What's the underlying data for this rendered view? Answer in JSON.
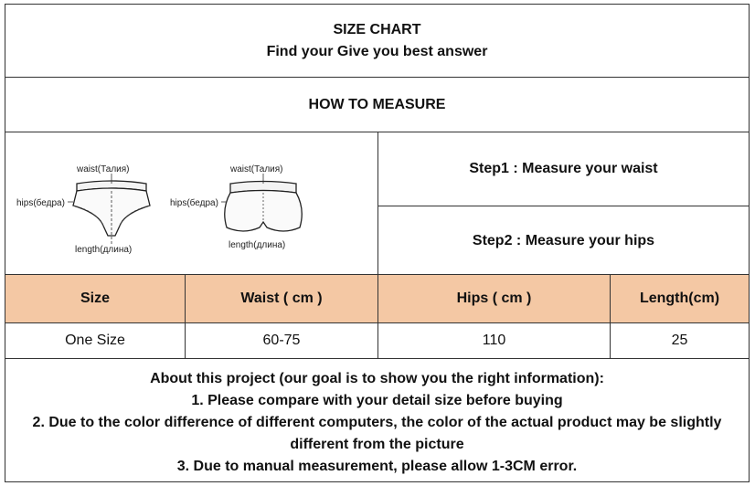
{
  "header": {
    "title": "SIZE CHART",
    "subtitle": "Find your Give you best answer"
  },
  "how_to_measure": "HOW TO MEASURE",
  "diagram": {
    "labels_1": {
      "waist": "waist(Талия)",
      "hips": "hips(бедра)",
      "length": "length(длина)"
    },
    "labels_2": {
      "waist": "waist(Талия)",
      "hips": "hips(бедра)",
      "length": "length(длина)"
    }
  },
  "steps": {
    "step1": "Step1 : Measure your waist",
    "step2": "Step2 : Measure your hips"
  },
  "table": {
    "columns": [
      "Size",
      "Waist ( cm )",
      "Hips ( cm )",
      "Length(cm)"
    ],
    "rows": [
      [
        "One Size",
        "60-75",
        "110",
        "25"
      ]
    ]
  },
  "notes": {
    "intro": "About this project (our goal is to show you the right information):",
    "items": [
      "1. Please compare with your detail size before buying",
      "2. Due to the color difference of different computers, the color of the actual product may be slightly different from the picture",
      "3. Due to manual measurement, please allow 1-3CM error."
    ]
  },
  "colors": {
    "header_fill": "#f4c8a4",
    "border": "#333333"
  }
}
